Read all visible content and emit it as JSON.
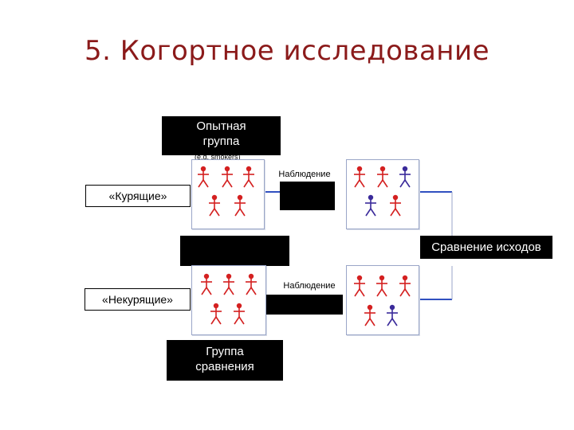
{
  "title": "5. Когортное исследование",
  "experimental_group": {
    "line1": "Опытная",
    "line2": "группа",
    "subtext": "(e.g. smokers)"
  },
  "comparison_group": {
    "line1": "Группа",
    "line2": "сравнения"
  },
  "smokers_label": "«Курящие»",
  "nonsmokers_label": "«Некурящие»",
  "observation_top": "Наблюдение",
  "observation_bottom": "Наблюдение",
  "compare_outcomes": "Сравнение исходов",
  "colors": {
    "title": "#8b1a1a",
    "person_healthy": "#d42020",
    "person_sick": "#3a2a9a",
    "connector": "#3050c0"
  }
}
